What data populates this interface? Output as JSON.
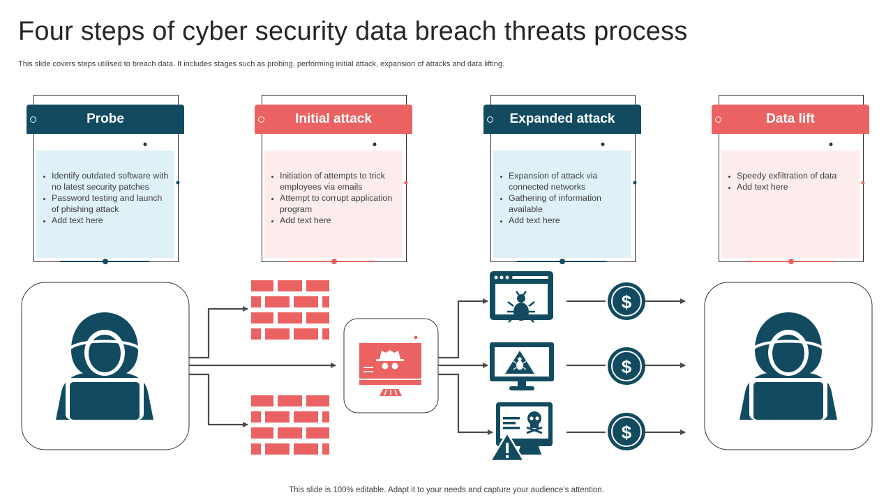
{
  "title": "Four steps of cyber security data breach threats process",
  "subtitle": "This slide covers steps utilised to breach data.  It includes stages such as probing, performing initial attack, expansion of attacks and data lifting.",
  "footer": "This slide is 100% editable. Adapt it to your needs and capture your audience’s attention.",
  "colors": {
    "dark": "#124b60",
    "red": "#ea6262",
    "light_blue": "#dff0f7",
    "light_red": "#fcecec"
  },
  "steps": [
    {
      "title": "Probe",
      "theme": "dark",
      "bullets": [
        "Identify outdated software with no latest security patches",
        "Password testing and launch of phishing attack",
        "Add text here"
      ]
    },
    {
      "title": "Initial attack",
      "theme": "red",
      "bullets": [
        "Initiation of attempts to trick employees via emails",
        "Attempt to corrupt application program",
        "Add text here"
      ]
    },
    {
      "title": "Expanded attack",
      "theme": "dark",
      "bullets": [
        "Expansion of attack via connected networks",
        "Gathering of information available",
        "Add text here"
      ]
    },
    {
      "title": "Data lift",
      "theme": "red",
      "bullets": [
        "Speedy exfiltration of data",
        "Add text here"
      ]
    }
  ],
  "icons": {
    "hacker_left": "hooded-hacker-icon",
    "firewalls": "brick-firewall-icon",
    "center": "compromised-computer-icon",
    "threats": [
      "browser-bug-icon",
      "monitor-malware-warning-icon",
      "monitor-skull-alert-icon"
    ],
    "payouts": [
      "dollar-coin-icon",
      "dollar-coin-icon",
      "dollar-coin-icon"
    ],
    "hacker_right": "hooded-hacker-icon"
  },
  "dollar_symbol": "$"
}
